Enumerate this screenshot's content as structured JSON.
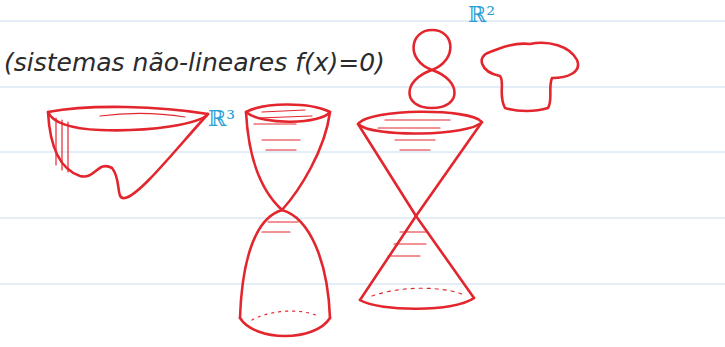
{
  "diagram": {
    "labels": [
      "(sistemas não-lineares f(x)=0)",
      "ℝ²",
      "ℝ³"
    ]
  }
}
